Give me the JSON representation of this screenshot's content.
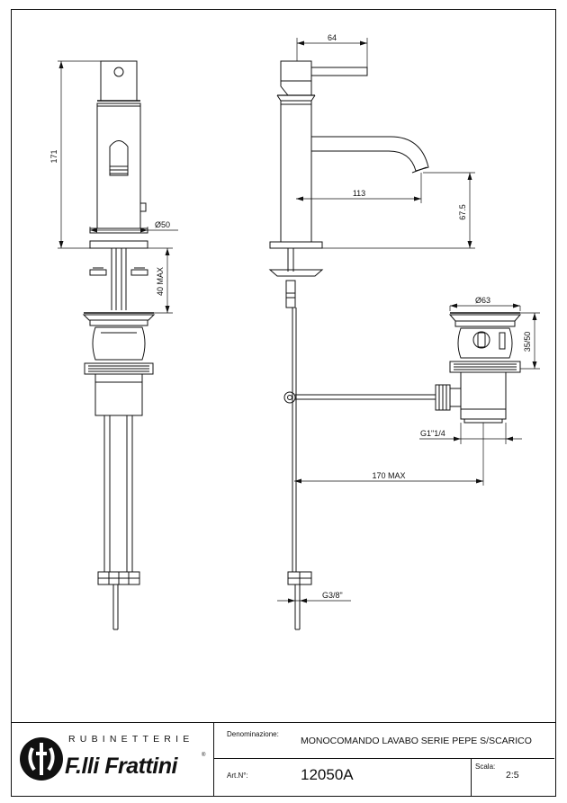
{
  "dimensions": {
    "width_64": "64",
    "height_171": "171",
    "diameter_50": "Ø50",
    "max_40": "40 MAX",
    "reach_113": "113",
    "height_67_5": "67.5",
    "diameter_63": "Ø63",
    "range_35_50": "35/50",
    "thread_g1_1_4": "G1\"1/4",
    "max_170": "170 MAX",
    "thread_g3_8": "G3/8\""
  },
  "title_block": {
    "brand_top": "RUBINETTERIE",
    "brand_main": "F.lli Frattini",
    "brand_registered": "®",
    "denomination_label": "Denominazione:",
    "denomination_value": "MONOCOMANDO LAVABO SERIE PEPE S/SCARICO",
    "article_label": "Art.N°:",
    "article_value": "12050A",
    "scale_label": "Scala:",
    "scale_value": "2:5"
  }
}
